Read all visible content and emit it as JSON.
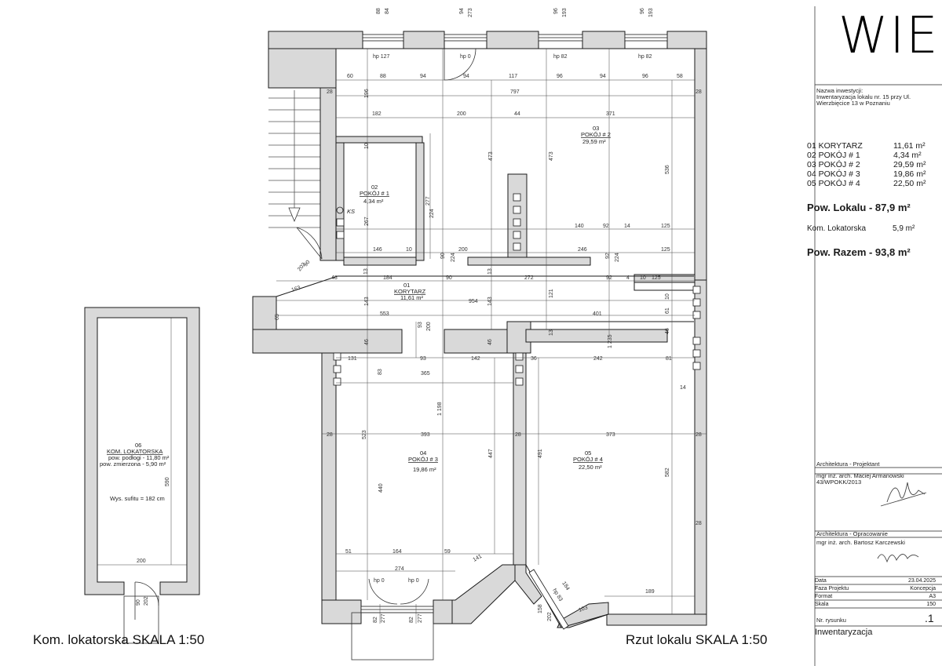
{
  "sheet": {
    "brand": "WIE",
    "investment_label": "Nazwa inwestycji:",
    "investment_line1": "Inwentaryzacja lokalu nr. 15 przy Ul.",
    "investment_line2": "Wierzbięcice 13 w Poznaniu",
    "rooms": [
      {
        "name": "01 KORYTARZ",
        "area": "11,61 m²"
      },
      {
        "name": "02 POKÓJ # 1",
        "area": "4,34 m²"
      },
      {
        "name": "03 POKÓJ # 2",
        "area": "29,59 m²"
      },
      {
        "name": "04 POKÓJ # 3",
        "area": "19,86 m²"
      },
      {
        "name": "05 POKÓJ # 4",
        "area": "22,50 m²"
      }
    ],
    "total_local": "Pow. Lokalu - 87,9 m²",
    "tenant_room_label": "Kom. Lokatorska",
    "tenant_room_area": "5,9 m²",
    "total_sum": "Pow. Razem - 93,8 m²",
    "designer_header": "Architektura - Projektant",
    "designer_name": "mgr inż. arch. Maciej Armanowski",
    "designer_license": "43/WPOKK/2013",
    "drafter_header": "Architektura - Opracowanie",
    "drafter_name": "mgr inż. arch. Bartosz Karczewski",
    "meta": [
      {
        "key": "Data",
        "value": "23.04.2025"
      },
      {
        "key": "Faza Projektu",
        "value": "Koncepcja"
      },
      {
        "key": "Format",
        "value": "A3"
      },
      {
        "key": "Skala",
        "value": "150"
      }
    ],
    "drawing_no_label": "Nr. rysunku",
    "drawing_no": ".1",
    "drawing_title": "Inwentaryzacja"
  },
  "captions": {
    "left": "Kom. lokatorska SKALA 1:50",
    "right": "Rzut lokalu SKALA 1:50"
  },
  "plan": {
    "rooms": [
      {
        "num": "01",
        "name": "KORYTARZ",
        "area": "11,61 m²"
      },
      {
        "num": "02",
        "name": "POKÓJ # 1",
        "area": "4,34 m²"
      },
      {
        "num": "03",
        "name": "POKÓJ # 2",
        "area": "29,59 m²"
      },
      {
        "num": "04",
        "name": "POKÓJ # 3",
        "area": "19,86 m²"
      },
      {
        "num": "05",
        "name": "POKÓJ # 4",
        "area": "22,50 m²"
      }
    ],
    "ks_label": "KS",
    "tenant": {
      "num": "06",
      "name": "KOM. LOKATORSKA",
      "floor": "pow. podłogi - 11,80 m²",
      "measured": "pow. zmierzona - 5,90 m²",
      "height": "Wys. sufitu = 182 cm"
    },
    "window_heights": {
      "w1": "hp 127",
      "w2": "hp 0",
      "w3": "hp 82",
      "w4": "hp 82",
      "b1": "hp 0",
      "b2": "hp 0",
      "b3": "hp 83"
    },
    "dims_top": [
      "88",
      "84",
      "94",
      "273",
      "96",
      "193",
      "96",
      "193"
    ],
    "dims_row1": [
      "60",
      "88",
      "94",
      "94",
      "117",
      "96",
      "94",
      "96",
      "58"
    ],
    "dims_misc": {
      "d797": "797",
      "d182": "182",
      "d200": "200",
      "d44": "44",
      "d371": "371",
      "d196": "196",
      "d28a": "28",
      "d28b": "28",
      "d10": "10",
      "d267": "267",
      "d224a": "224",
      "d277": "277",
      "d473a": "473",
      "d473b": "473",
      "d536": "536",
      "d146": "146",
      "d10b": "10",
      "d200b": "200",
      "d246": "246",
      "d140": "140",
      "d92": "92",
      "d14": "14",
      "d125a": "125",
      "d125b": "125",
      "d90": "90",
      "d224b": "224",
      "d92b": "92",
      "d224c": "224",
      "d48": "48",
      "d184": "184",
      "d90b": "90",
      "d272": "272",
      "d92c": "92",
      "d4": "4",
      "d10c": "10",
      "d125c": "125",
      "d163": "163",
      "d13a": "13",
      "d13b": "13",
      "d143a": "143",
      "d954": "954",
      "d143b": "143",
      "d121": "121",
      "d10d": "10",
      "d61": "61",
      "d65": "65",
      "d553": "553",
      "d93": "93",
      "d200c": "200",
      "d401": "401",
      "d13c": "13",
      "d1235": "1 235",
      "d46a": "46",
      "d46b": "46",
      "d46c": "46",
      "d131": "131",
      "d93b": "93",
      "d142": "142",
      "d36": "36",
      "d242": "242",
      "d81": "81",
      "d83": "83",
      "d365": "365",
      "d1198": "1 198",
      "d14b": "14",
      "d28c": "28",
      "d523": "523",
      "d393": "393",
      "d28d": "28",
      "d373": "373",
      "d28e": "28",
      "d447": "447",
      "d491": "491",
      "d582": "582",
      "d440": "440",
      "d28f": "28",
      "d51": "51",
      "d164": "164",
      "d59": "59",
      "d141": "141",
      "d274": "274",
      "d184b": "184",
      "d189": "189",
      "d103": "103",
      "d158": "158",
      "d202a": "202",
      "d82a": "82",
      "d277a": "277",
      "d82b": "82",
      "d277b": "277",
      "d90c": "90",
      "d202b": "202",
      "d90d": "90",
      "d202c": "202",
      "d200t": "200",
      "d590": "590"
    }
  },
  "colors": {
    "wall": "#d9d9d9",
    "wall_stroke": "#1a1a1a",
    "dim_line": "#333333"
  },
  "icons": [
    "door-swing-icon",
    "window-icon",
    "ventilation-icon",
    "stair-arrow-icon",
    "signature-icon"
  ]
}
